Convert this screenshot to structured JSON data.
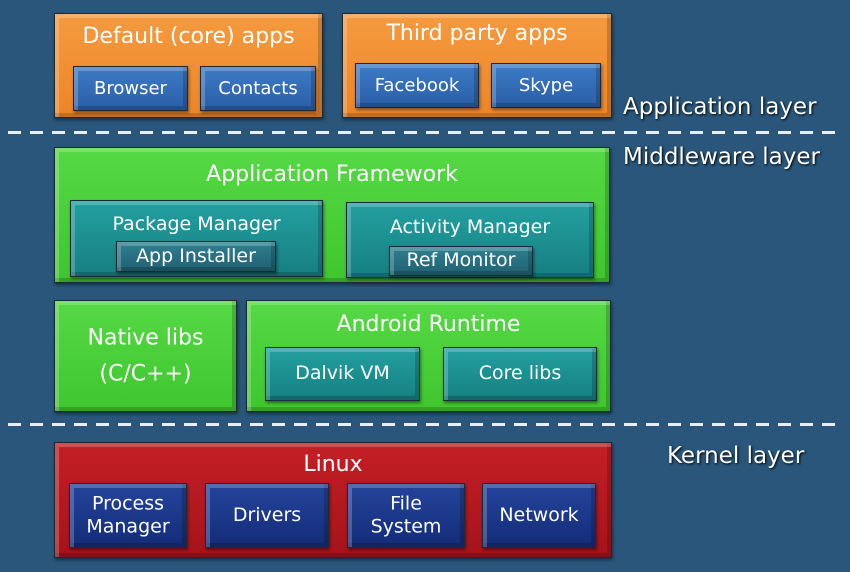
{
  "application_layer": {
    "label": "Application layer",
    "default_apps": {
      "title": "Default (core) apps",
      "items": [
        "Browser",
        "Contacts"
      ]
    },
    "third_party_apps": {
      "title": "Third party apps",
      "items": [
        "Facebook",
        "Skype"
      ]
    }
  },
  "middleware_layer": {
    "label": "Middleware layer",
    "framework": {
      "title": "Application Framework",
      "package_manager": {
        "title": "Package Manager",
        "sub": "App Installer"
      },
      "activity_manager": {
        "title": "Activity Manager",
        "sub": "Ref Monitor"
      }
    },
    "native_libs": {
      "line1": "Native libs",
      "line2": "(C/C++)"
    },
    "runtime": {
      "title": "Android Runtime",
      "items": [
        "Dalvik VM",
        "Core libs"
      ]
    }
  },
  "kernel_layer": {
    "label": "Kernel layer",
    "linux": {
      "title": "Linux",
      "items": [
        {
          "line1": "Process",
          "line2": "Manager"
        },
        {
          "line1": "Drivers",
          "line2": ""
        },
        {
          "line1": "File",
          "line2": "System"
        },
        {
          "line1": "Network",
          "line2": ""
        }
      ]
    }
  },
  "colors": {
    "background": "#29567a",
    "app_box": "#ef8a2c",
    "app_item": "#3168b4",
    "middleware_box": "#47cc36",
    "middleware_item": "#1a8a8c",
    "kernel_box": "#b5171e",
    "kernel_item": "#1b3588"
  }
}
